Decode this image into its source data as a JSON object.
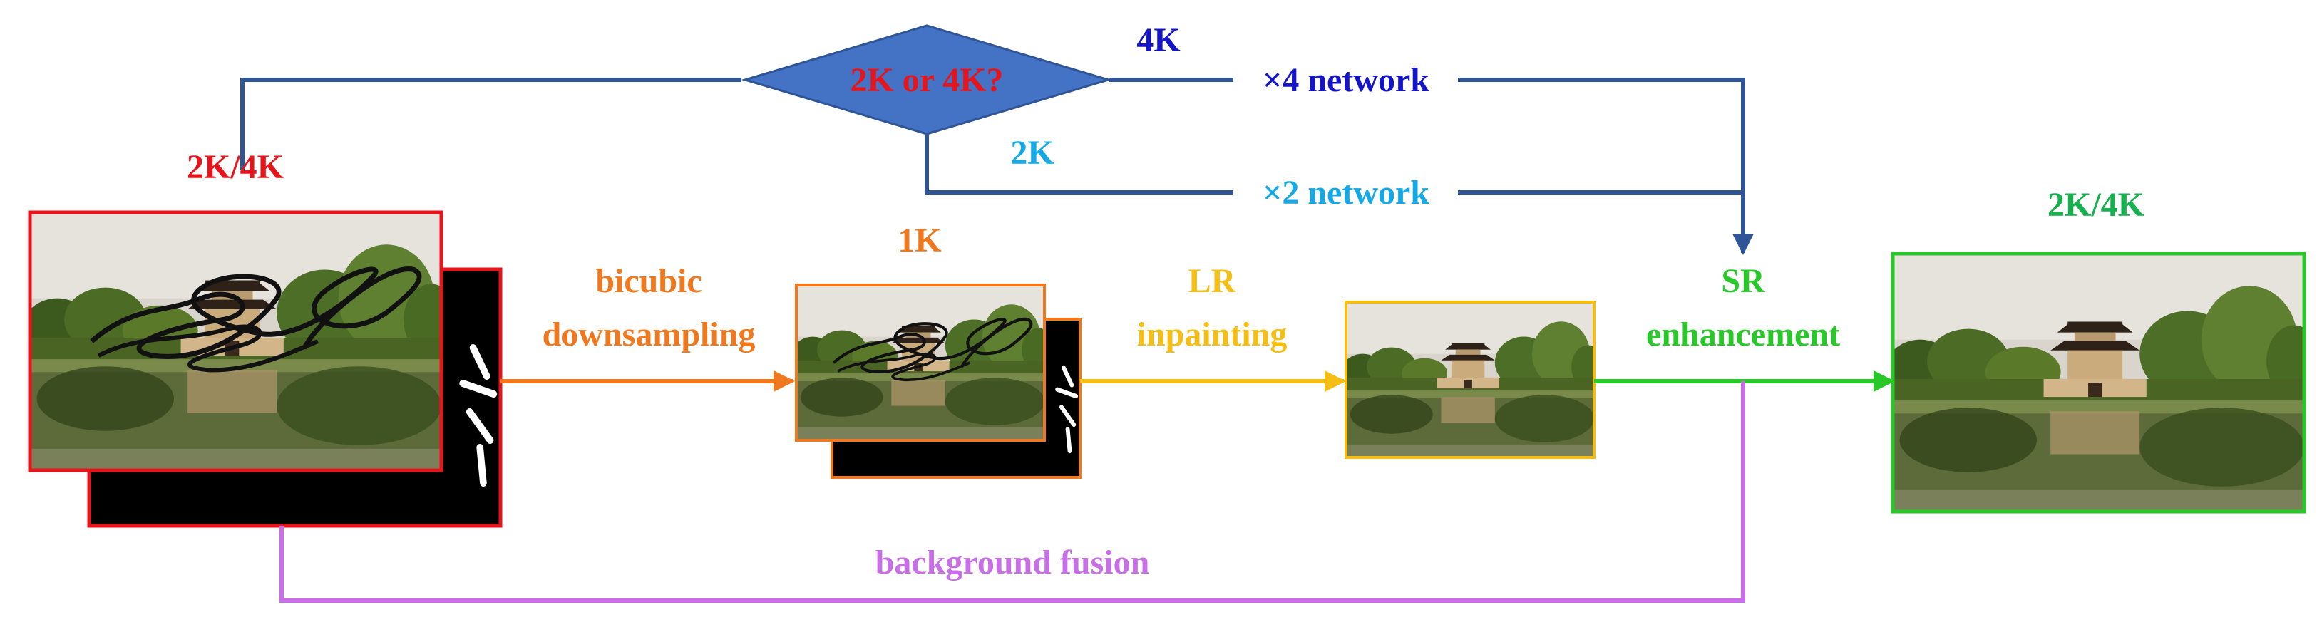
{
  "colors": {
    "red": "#e8141c",
    "blue_dark": "#1414c8",
    "blue_light": "#14a8e6",
    "orange": "#f0781e",
    "yellow": "#f5be14",
    "green": "#28c828",
    "green_text": "#16b04e",
    "purple": "#c86ee6",
    "flow_blue": "#2f5597",
    "diamond_fill": "#4472c4"
  },
  "labels": {
    "input_res": "2K/4K",
    "decision": "2K or 4K?",
    "branch_4k": "4K",
    "net_x4": "×4 network",
    "branch_2k": "2K",
    "net_x2": "×2 network",
    "lr_res": "1K",
    "down_line1": "bicubic",
    "down_line2": "downsampling",
    "inpaint_line1": "LR",
    "inpaint_line2": "inpainting",
    "sr_line1": "SR",
    "sr_line2": "enhancement",
    "output_res": "2K/4K",
    "fusion": "background fusion"
  },
  "images": {
    "input": "landscape-photo-with-scribble-mask",
    "lr_masked": "downsampled-photo-with-scribble-mask",
    "lr_inpainted": "downsampled-inpainted-photo",
    "output": "high-resolution-restored-photo"
  }
}
